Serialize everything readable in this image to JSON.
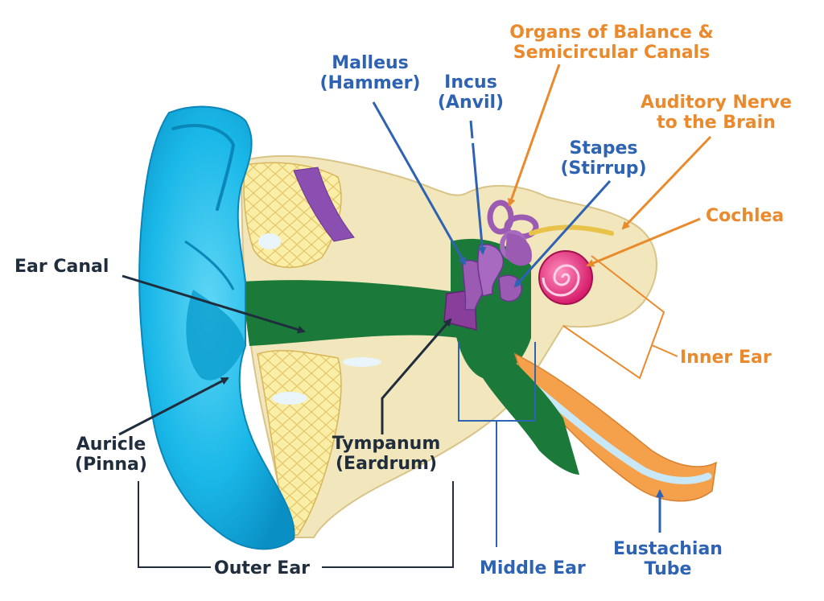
{
  "colors": {
    "outer_skin": "#1ab8e8",
    "outer_skin_dark": "#0a8fc4",
    "bone": "#f2e6bc",
    "cartilage": "#fbeea6",
    "canal": "#1b7a3a",
    "ossicles": "#9b5bb3",
    "cochlea": "#e0307a",
    "eustachian": "#f5a04a",
    "label_dark": "#1f2d3d",
    "label_blue": "#2e62b3",
    "label_orange": "#ea8a2c"
  },
  "labels": {
    "organs_of_balance": "Organs of Balance &",
    "semicircular_canals": "Semicircular Canals",
    "malleus": "Malleus",
    "hammer": "(Hammer)",
    "incus": "Incus",
    "anvil": "(Anvil)",
    "auditory_nerve": "Auditory Nerve",
    "to_the_brain": "to the Brain",
    "stapes": "Stapes",
    "stirrup": "(Stirrup)",
    "cochlea": "Cochlea",
    "ear_canal": "Ear Canal",
    "inner_ear": "Inner Ear",
    "auricle": "Auricle",
    "pinna": "(Pinna)",
    "tympanum": "Tympanum",
    "eardrum": "(Eardrum)",
    "outer_ear": "Outer Ear",
    "middle_ear": "Middle Ear",
    "eustachian": "Eustachian",
    "tube": "Tube"
  }
}
